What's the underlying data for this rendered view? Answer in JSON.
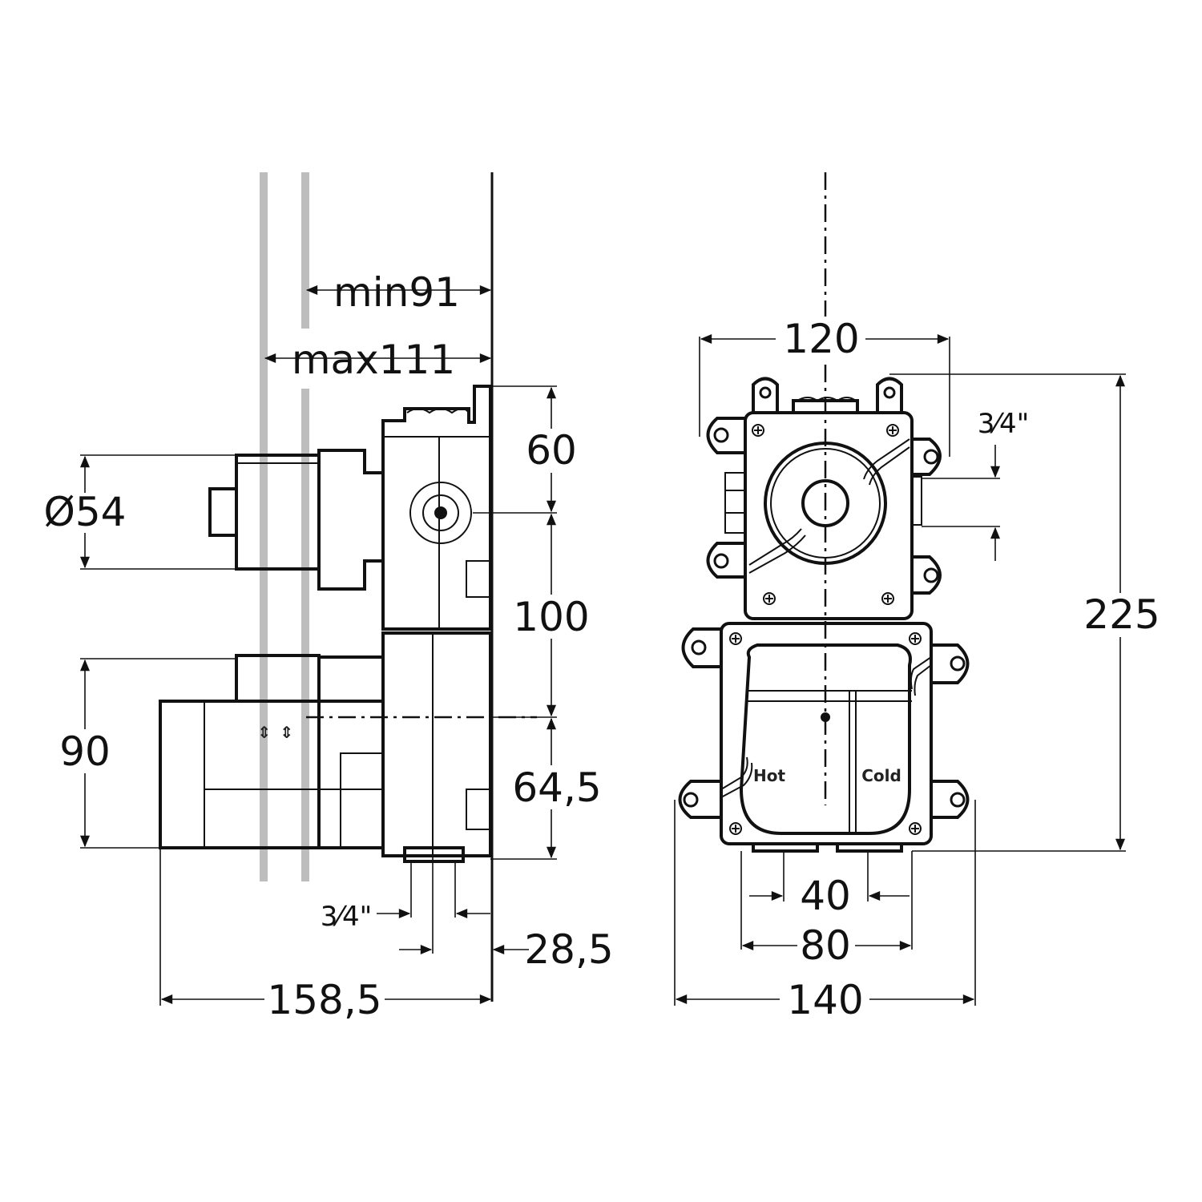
{
  "side_view": {
    "min_depth": "min91",
    "max_depth": "max111",
    "diameter": "Ø54",
    "dim_top": "60",
    "dim_middle": "100",
    "dim_bottom": "64,5",
    "dim_lower_height": "90",
    "thread": "3⁄4\"",
    "offset": "28,5",
    "total_depth": "158,5"
  },
  "front_view": {
    "width_top": "120",
    "thread": "3⁄4\"",
    "height": "225",
    "spacing_inner": "40",
    "spacing_outer": "80",
    "width_total": "140",
    "label_hot": "Hot",
    "label_cold": "Cold"
  }
}
